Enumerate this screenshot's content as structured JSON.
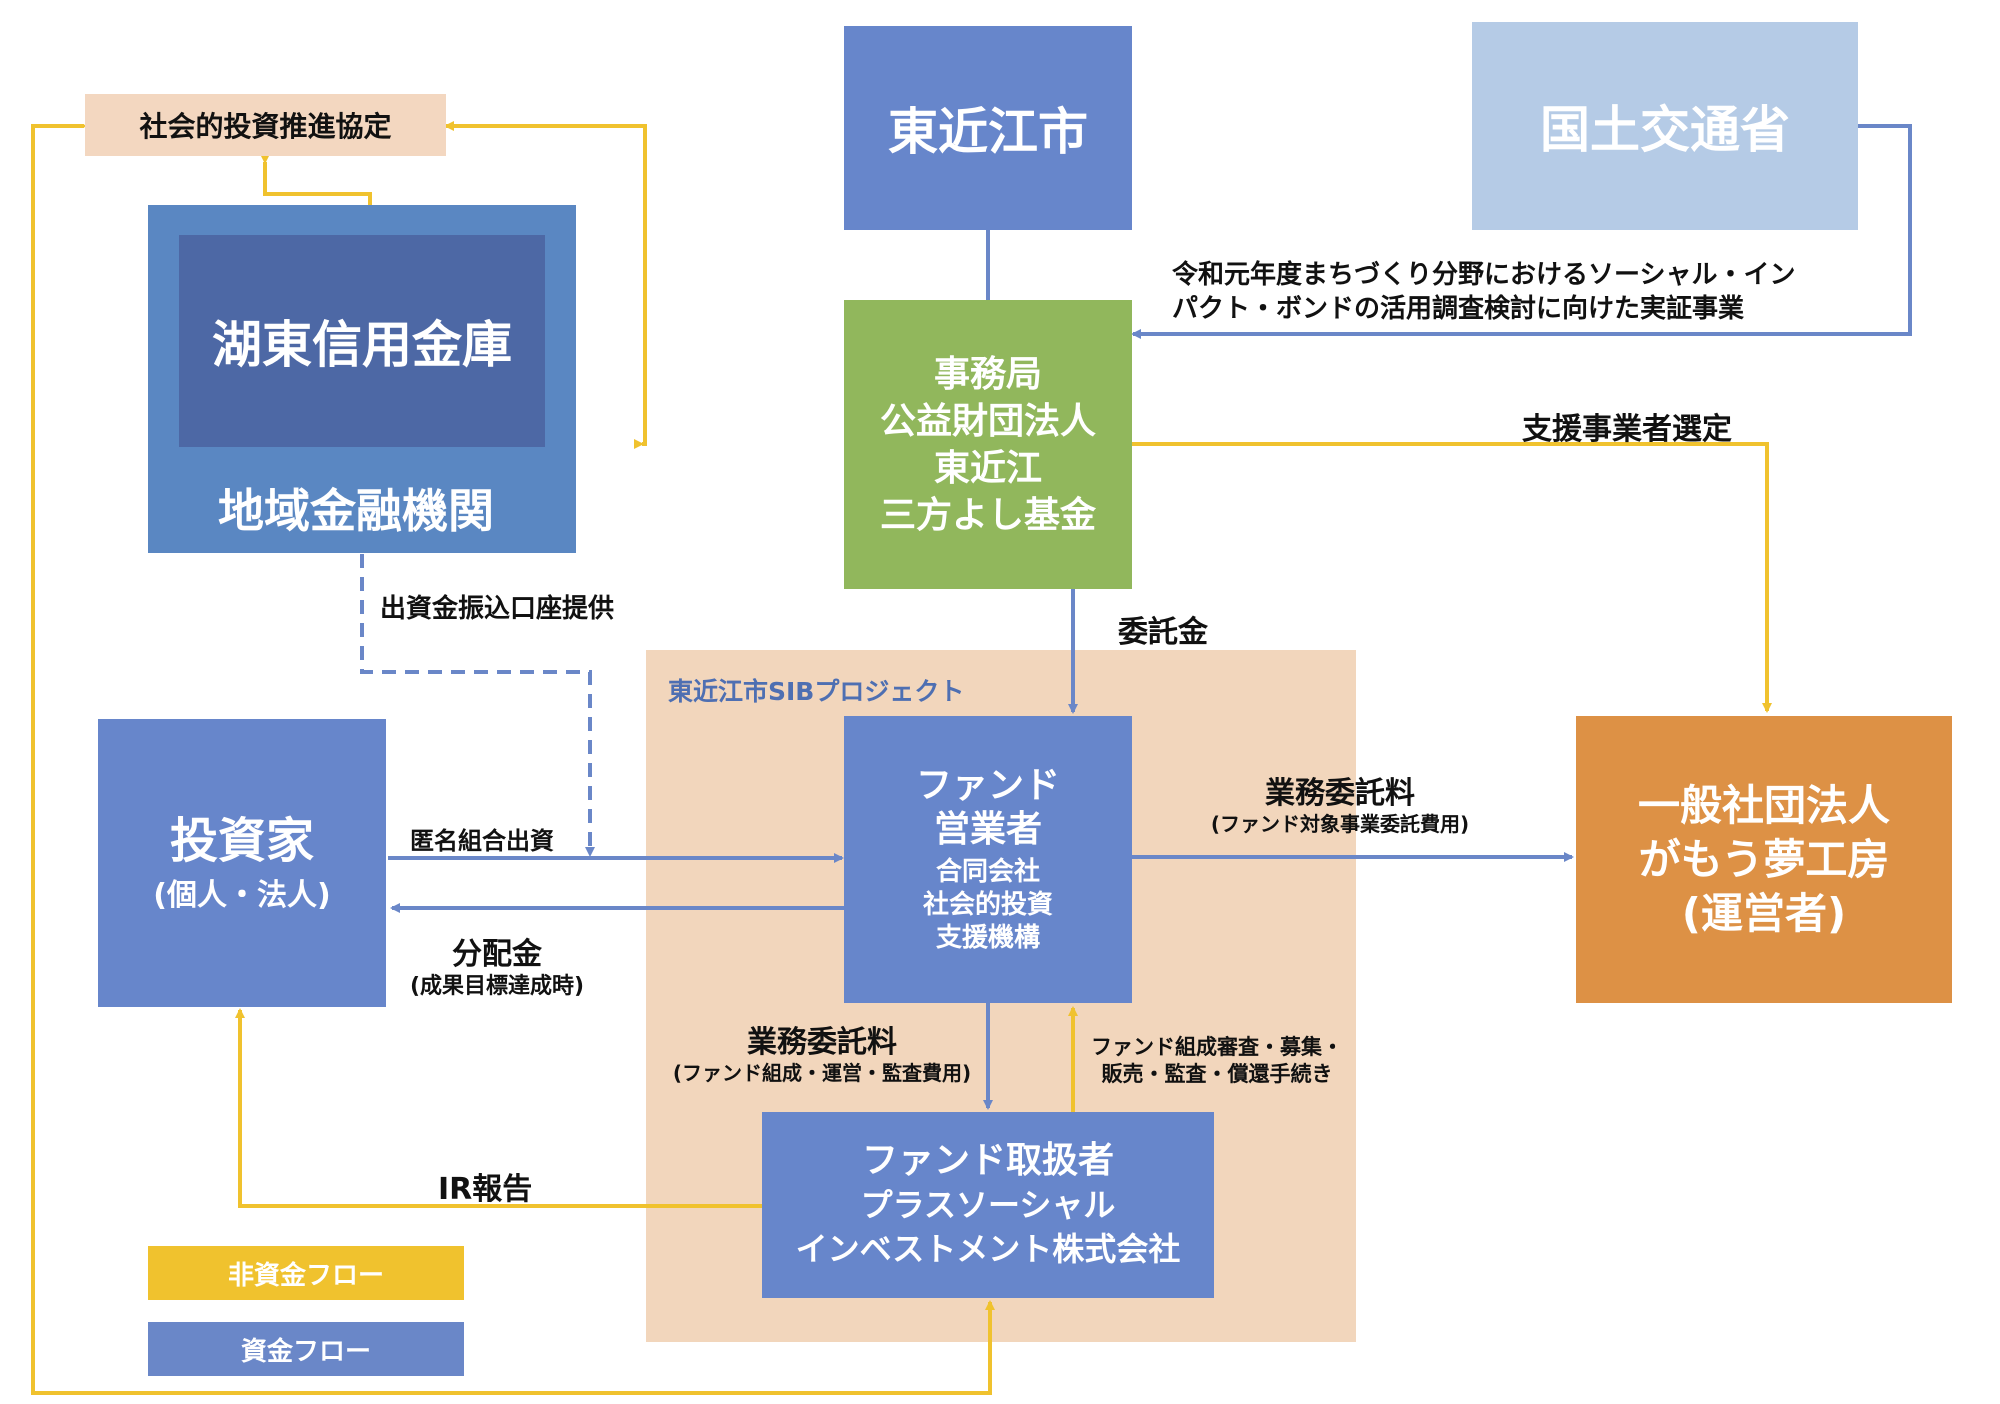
{
  "colors": {
    "fund_flow": "#6A87C8",
    "non_fund_flow": "#F0C22E",
    "bank_outer": "#5A87C2",
    "bank_inner": "#4D68A5",
    "city": "#6786CB",
    "mlit": "#B5CBE6",
    "secretariat": "#91B75C",
    "operator": "#DD9145",
    "project_area": "#F2D6BC",
    "agreement_bg": "#F3D7C0"
  },
  "boxes": {
    "agreement": "社会的投資推進協定",
    "bank_name": "湖東信用金庫",
    "bank_category": "地域金融機関",
    "city": "東近江市",
    "mlit": "国土交通省",
    "secretariat": [
      "事務局",
      "公益財団法人",
      "東近江",
      "三方よし基金"
    ],
    "investor_title": "投資家",
    "investor_sub": "(個人・法人)",
    "fund_operator_title": [
      "ファンド",
      "営業者"
    ],
    "fund_operator_sub": [
      "合同会社",
      "社会的投資",
      "支援機構"
    ],
    "fund_handler": [
      "ファンド取扱者",
      "プラスソーシャル",
      "インベストメント株式会社"
    ],
    "operator": [
      "一般社団法人",
      "がもう夢工房",
      "(運営者)"
    ]
  },
  "project_label": "東近江市SIBプロジェクト",
  "labels": {
    "mlit_project": [
      "令和元年度まちづくり分野におけるソーシャル・イン",
      "パクト・ボンドの活用調査検討に向けた実証事業"
    ],
    "support_selection": "支援事業者選定",
    "account_provision": "出資金振込口座提供",
    "consignment_fee": "委託金",
    "anonymous_investment": "匿名組合出資",
    "distribution": "分配金",
    "distribution_sub": "(成果目標達成時)",
    "business_fee_right": "業務委託料",
    "business_fee_right_sub": "(ファンド対象事業委託費用)",
    "business_fee_down": "業務委託料",
    "business_fee_down_sub": "(ファンド組成・運営・監査費用)",
    "fund_process": [
      "ファンド組成審査・募集・",
      "販売・監査・償還手続き"
    ],
    "ir_report": "IR報告"
  },
  "legend": {
    "non_fund": "非資金フロー",
    "fund": "資金フロー"
  }
}
